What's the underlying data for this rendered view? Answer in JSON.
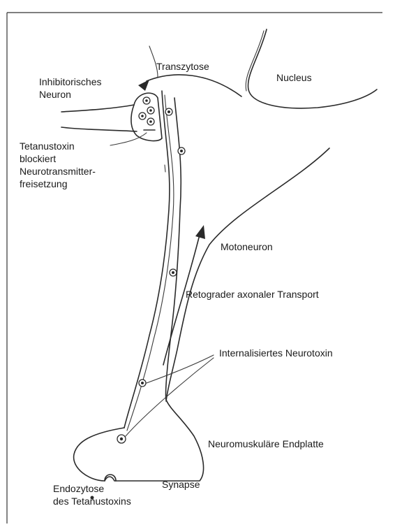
{
  "labels": {
    "inhibitory_neuron": [
      "Inhibitorisches",
      "Neuron"
    ],
    "transcytosis": "Transzytose",
    "nucleus": "Nucleus",
    "tetanus_block": [
      "Tetanustoxin",
      "blockiert",
      "Neurotransmitter-",
      "freisetzung"
    ],
    "motoneuron": "Motoneuron",
    "retrograde_transport": "Retograder axonaler Transport",
    "internalized_neurotoxin": "Internalisiertes Neurotoxin",
    "endplate": "Neuromuskuläre Endplatte",
    "synapse": "Synapse",
    "endocytosis": [
      "Endozytose",
      "des Tetanustoxins"
    ]
  },
  "colors": {
    "ink": "#2a2a2a",
    "background": "#ffffff"
  }
}
